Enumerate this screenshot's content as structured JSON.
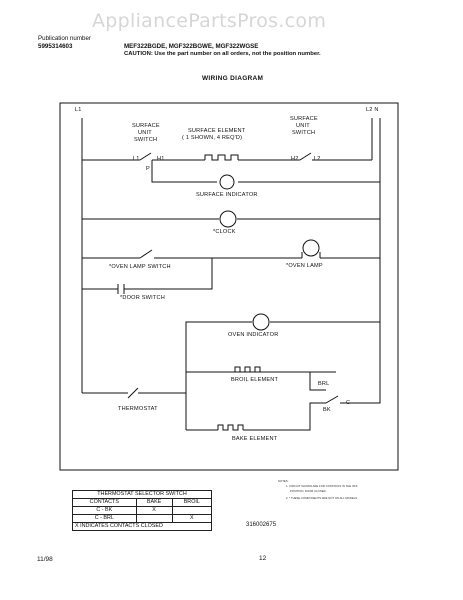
{
  "watermark": "AppliancePartsPros.com",
  "publication_label": "Publication number",
  "publication_number": "5995314603",
  "models": "MEF322BGDE, MGF322BGWE, MGF322WGSE",
  "caution": "CAUTION:  Use the part number on all orders, not the position number.",
  "diagram_title": "WIRING DIAGRAM",
  "labels": {
    "l1": "L1",
    "l2n": "L2  N",
    "surface_switch_left_1": "SURFACE",
    "surface_switch_left_2": "UNIT",
    "surface_switch_left_3": "SWITCH",
    "surface_switch_right_1": "SURFACE",
    "surface_switch_right_2": "UNIT",
    "surface_switch_right_3": "SWITCH",
    "surface_element_1": "SURFACE ELEMENT",
    "surface_element_2": "( 1 SHOWN, 4 REQ'D)",
    "term_l1": "L1",
    "term_h1": "H1",
    "term_p": "P",
    "term_h2": "H2",
    "term_l2": "L2",
    "surface_indicator": "SURFACE INDICATOR",
    "clock": "*CLOCK",
    "oven_lamp_switch": "*OVEN LAMP SWITCH",
    "oven_lamp": "*OVEN LAMP",
    "door_switch": "*DOOR SWITCH",
    "oven_indicator": "OVEN INDICATOR",
    "broil_element": "BROIL ELEMENT",
    "brl": "BRL",
    "bk": "BK",
    "c": "C",
    "thermostat": "THERMOSTAT",
    "bake_element": "BAKE ELEMENT"
  },
  "selector_table": {
    "title": "THERMOSTAT SELECTOR SWITCH",
    "headers": [
      "CONTACTS",
      "BAKE",
      "BROIL"
    ],
    "rows": [
      [
        "C - BK",
        "X",
        ""
      ],
      [
        "C - BRL",
        "",
        "X"
      ]
    ],
    "footer": "X  INDICATES  CONTACTS  CLOSED"
  },
  "notes": {
    "title": "NOTES:",
    "line1": "1. CIRCUIT SHOWN ARE FOR CONTROLS IN THE OFF",
    "line2": "POSITION. DOOR CLOSED.",
    "line3": "2. * THESE COMPONENTS ARE NOT ON ALL MODELS."
  },
  "diagram_number": "316002675",
  "date": "11/98",
  "page_number": "12"
}
